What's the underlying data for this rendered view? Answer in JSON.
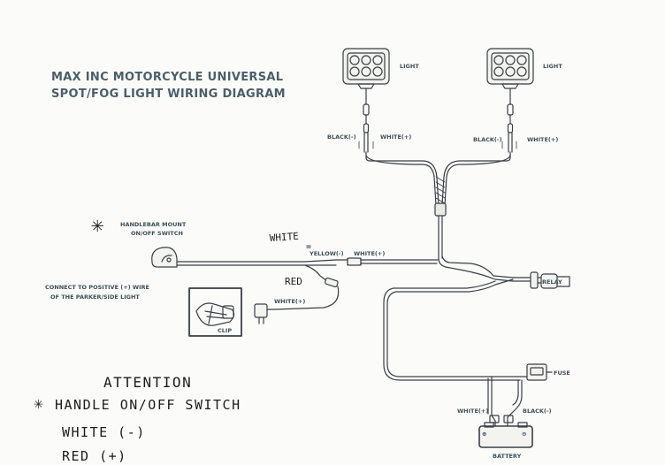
{
  "title": {
    "line1": "MAX INC MOTORCYCLE UNIVERSAL",
    "line2": "SPOT/FOG LIGHT WIRING DIAGRAM"
  },
  "lights": [
    {
      "label": "LIGHT",
      "black_label": "BLACK(-)",
      "white_label": "WHITE(+)"
    },
    {
      "label": "LIGHT",
      "black_label": "BLACK(-)",
      "white_label": "WHITE(+)"
    }
  ],
  "switch": {
    "label_line1": "HANDLEBAR MOUNT",
    "label_line2": "ON/OFF SWITCH",
    "star": "✳"
  },
  "wires": {
    "yellow_label": "YELLOW(-)",
    "white_label": "WHITE(+)",
    "clip_white_label": "WHITE(+)"
  },
  "parker": {
    "label_line1": "CONNECT TO POSITIVE (+) WIRE",
    "label_line2": "OF THE PARKER/SIDE LIGHT",
    "clip_label": "CLIP"
  },
  "relay": {
    "label": "RELAY"
  },
  "fuse": {
    "label": "FUSE"
  },
  "battery": {
    "label": "BATTERY",
    "white_label": "WHITE(+)",
    "black_label": "BLACK(-)",
    "plus": "⊕",
    "minus": "⊖"
  },
  "handwritten": {
    "white_note": "WHITE",
    "equals": "=",
    "red_note": "RED",
    "attention": "ATTENTION",
    "star": "✳",
    "switch_note": "HANDLE ON/OFF SWITCH",
    "white_line": "WHITE (-)",
    "red_line": "RED (+)"
  }
}
